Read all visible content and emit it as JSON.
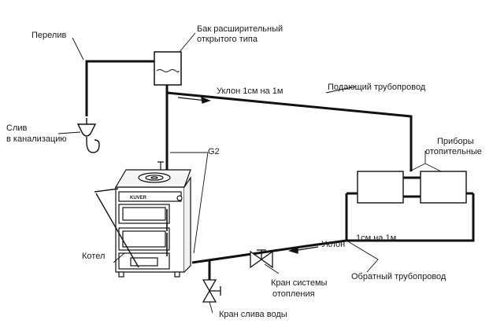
{
  "labels": {
    "expansion_tank_line1": "Бак расширительный",
    "expansion_tank_line2": "открытого типа",
    "overflow": "Перелив",
    "drain_line1": "Слив",
    "drain_line2": "в канализацию",
    "supply_slope": "Уклон 1см на 1м",
    "supply_pipe": "Подающий трубопровод",
    "g2": "G2",
    "radiators_line1": "Приборы",
    "radiators_line2": "отопительные",
    "boiler": "Котел",
    "return_slope_a": "Уклон",
    "return_slope_b": "1см на 1м",
    "heating_valve_line1": "Кран системы",
    "heating_valve_line2": "отопления",
    "return_pipe": "Обратный трубопровод",
    "drain_valve": "Кран слива воды",
    "boiler_brand": "KUVER"
  }
}
